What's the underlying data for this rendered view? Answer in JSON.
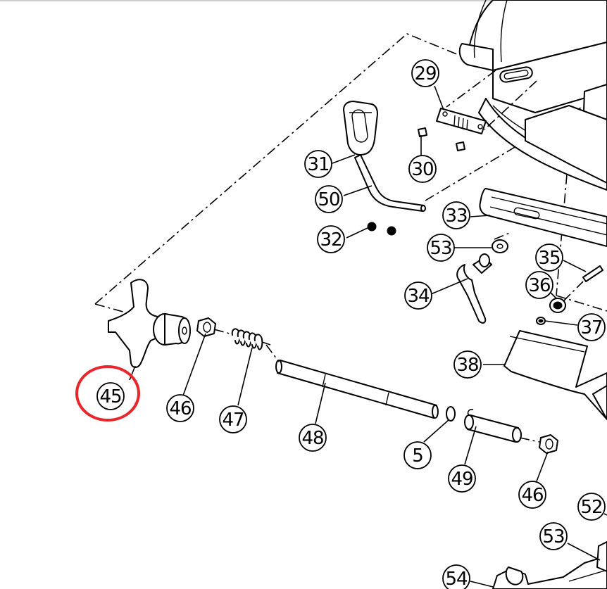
{
  "highlight": {
    "callout": "45",
    "color": "#e8272c"
  },
  "colors": {
    "line": "#000000",
    "background": "#ffffff"
  },
  "callouts": [
    {
      "id": "c29",
      "label": "29"
    },
    {
      "id": "c30",
      "label": "30"
    },
    {
      "id": "c31",
      "label": "31"
    },
    {
      "id": "c50",
      "label": "50"
    },
    {
      "id": "c32",
      "label": "32"
    },
    {
      "id": "c33",
      "label": "33"
    },
    {
      "id": "c53a",
      "label": "53"
    },
    {
      "id": "c35",
      "label": "35"
    },
    {
      "id": "c34",
      "label": "34"
    },
    {
      "id": "c36",
      "label": "36"
    },
    {
      "id": "c37",
      "label": "37"
    },
    {
      "id": "c38",
      "label": "38"
    },
    {
      "id": "c45",
      "label": "45"
    },
    {
      "id": "c46a",
      "label": "46"
    },
    {
      "id": "c47",
      "label": "47"
    },
    {
      "id": "c48",
      "label": "48"
    },
    {
      "id": "c5",
      "label": "5"
    },
    {
      "id": "c49",
      "label": "49"
    },
    {
      "id": "c46b",
      "label": "46"
    },
    {
      "id": "c52",
      "label": "52"
    },
    {
      "id": "c53b",
      "label": "53"
    },
    {
      "id": "c54",
      "label": "54"
    }
  ]
}
